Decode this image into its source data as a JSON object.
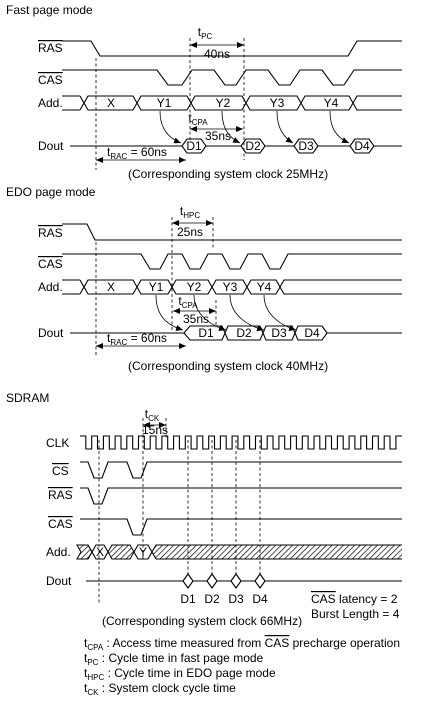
{
  "sections": {
    "fast": {
      "title": "Fast page mode",
      "signals": [
        "RAS",
        "CAS",
        "Add.",
        "Dout"
      ],
      "addr_labels": [
        "X",
        "Y1",
        "Y2",
        "Y3",
        "Y4"
      ],
      "dout_labels": [
        "D1",
        "D2",
        "D3",
        "D4"
      ],
      "t_pc_main": "t",
      "t_pc_sub": "PC",
      "t_pc_value": "40ns",
      "t_cpa_main": "t",
      "t_cpa_sub": "CPA",
      "t_cpa_value": "35ns",
      "t_rac_main": "t",
      "t_rac_sub": "RAC",
      "t_rac_value": " = 60ns",
      "clock_note": "(Corresponding system clock 25MHz)"
    },
    "edo": {
      "title": "EDO page mode",
      "signals": [
        "RAS",
        "CAS",
        "Add.",
        "Dout"
      ],
      "addr_labels": [
        "X",
        "Y1",
        "Y2",
        "Y3",
        "Y4"
      ],
      "dout_labels": [
        "D1",
        "D2",
        "D3",
        "D4"
      ],
      "t_hpc_main": "t",
      "t_hpc_sub": "HPC",
      "t_hpc_value": "25ns",
      "t_cpa_main": "t",
      "t_cpa_sub": "CPA",
      "t_cpa_value": "35ns",
      "t_rac_main": "t",
      "t_rac_sub": "RAC",
      "t_rac_value": " = 60ns",
      "clock_note": "(Corresponding system clock 40MHz)"
    },
    "sdram": {
      "title": "SDRAM",
      "signals": [
        "CLK",
        "CS",
        "RAS",
        "CAS",
        "Add.",
        "Dout"
      ],
      "addr_labels": [
        "X",
        "Y"
      ],
      "dout_labels": [
        "D1",
        "D2",
        "D3",
        "D4"
      ],
      "t_ck_main": "t",
      "t_ck_sub": "CK",
      "t_ck_value": "15ns",
      "cas_latency_prefix": "CAS",
      "cas_latency_value": " latency = 2",
      "burst_length": "Burst Length = 4",
      "clock_note": "(Corresponding system clock 66MHz)"
    }
  },
  "legend": [
    {
      "main": "t",
      "sub": "CPA",
      "text": " : Access time measured from ",
      "overline": "CAS",
      "tail": " precharge operation"
    },
    {
      "main": "t",
      "sub": "PC",
      "text": " : Cycle time in fast page mode",
      "overline": "",
      "tail": ""
    },
    {
      "main": "t",
      "sub": "HPC",
      "text": " : Cycle time in EDO page mode",
      "overline": "",
      "tail": ""
    },
    {
      "main": "t",
      "sub": "CK",
      "text": " : System clock cycle time",
      "overline": "",
      "tail": ""
    }
  ]
}
